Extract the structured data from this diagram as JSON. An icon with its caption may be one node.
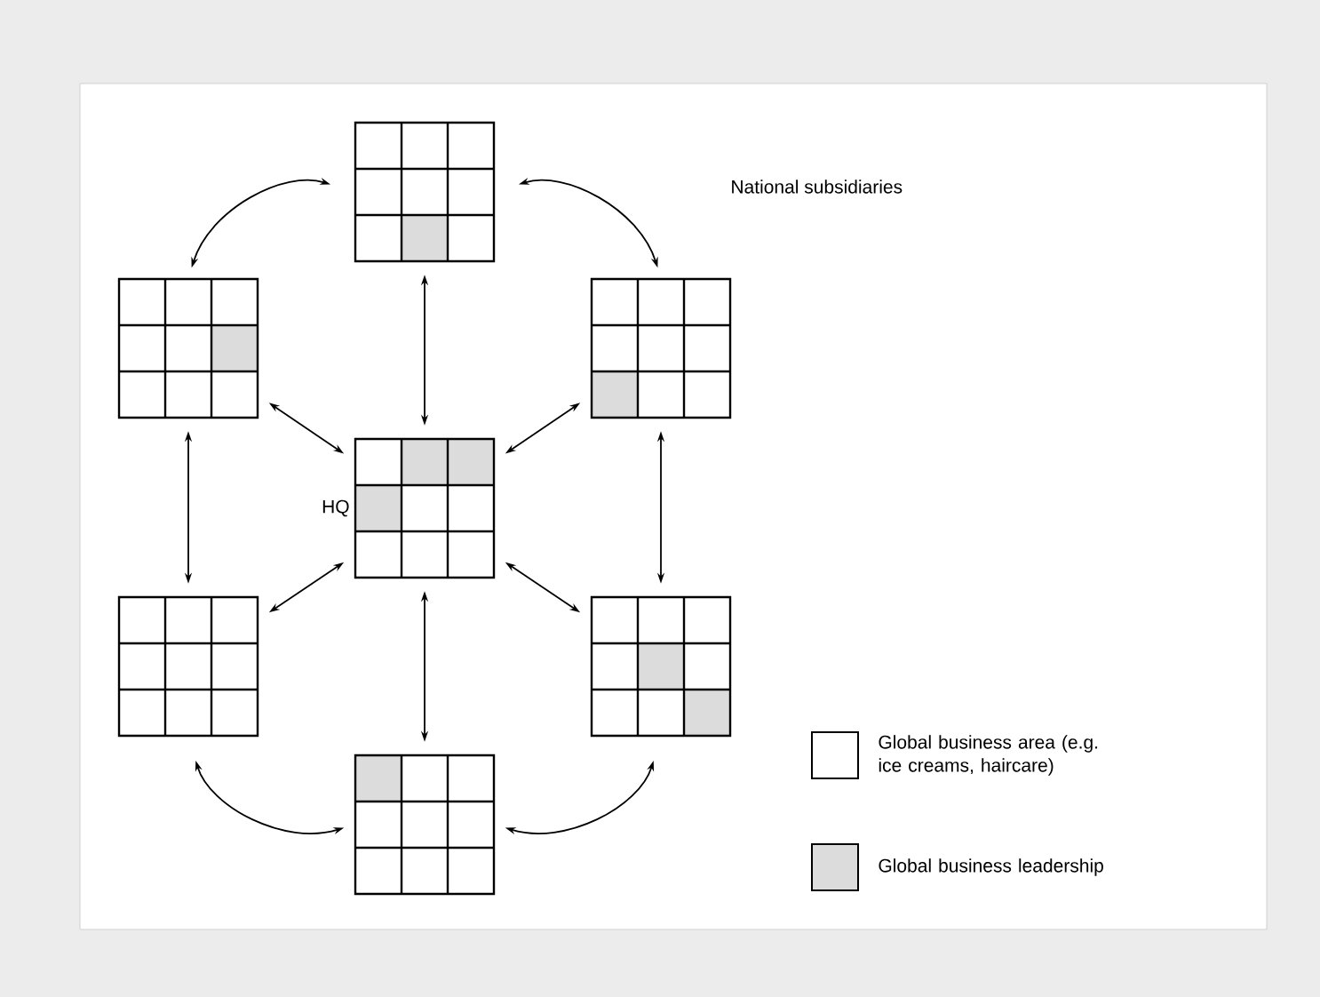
{
  "diagram": {
    "nodes": [
      {
        "text": [],
        "shape": "box"
      },
      {
        "text": [],
        "shape": "box"
      },
      {
        "text": [],
        "shape": "box"
      },
      {
        "text": [],
        "shape": "box",
        "beside": [
          "HQ"
        ]
      },
      {
        "text": [],
        "shape": "box"
      },
      {
        "text": [],
        "shape": "box"
      },
      {
        "text": [],
        "shape": "box"
      }
    ],
    "edges": [
      {
        "from": 0,
        "to": 1,
        "arrow": "both"
      },
      {
        "from": 0,
        "to": 2,
        "arrow": "both"
      },
      {
        "from": 3,
        "to": 0,
        "arrow": "both"
      },
      {
        "from": 3,
        "to": 1,
        "arrow": "both"
      },
      {
        "from": 3,
        "to": 2,
        "arrow": "both"
      },
      {
        "from": 1,
        "to": 4,
        "arrow": "both"
      },
      {
        "from": 2,
        "to": 5,
        "arrow": "both"
      },
      {
        "from": 3,
        "to": 4,
        "arrow": "both"
      },
      {
        "from": 3,
        "to": 5,
        "arrow": "both"
      },
      {
        "from": 3,
        "to": 6,
        "arrow": "both"
      },
      {
        "from": 4,
        "to": 6,
        "arrow": "both"
      },
      {
        "from": 5,
        "to": 6,
        "arrow": "both"
      }
    ],
    "labels": [
      "National subsidiaries"
    ],
    "legend": [
      {
        "text": "Global business area (e.g. ice creams, haircare)"
      },
      {
        "text": "Global business leadership",
        "color": "#dcdcdc"
      }
    ]
  }
}
